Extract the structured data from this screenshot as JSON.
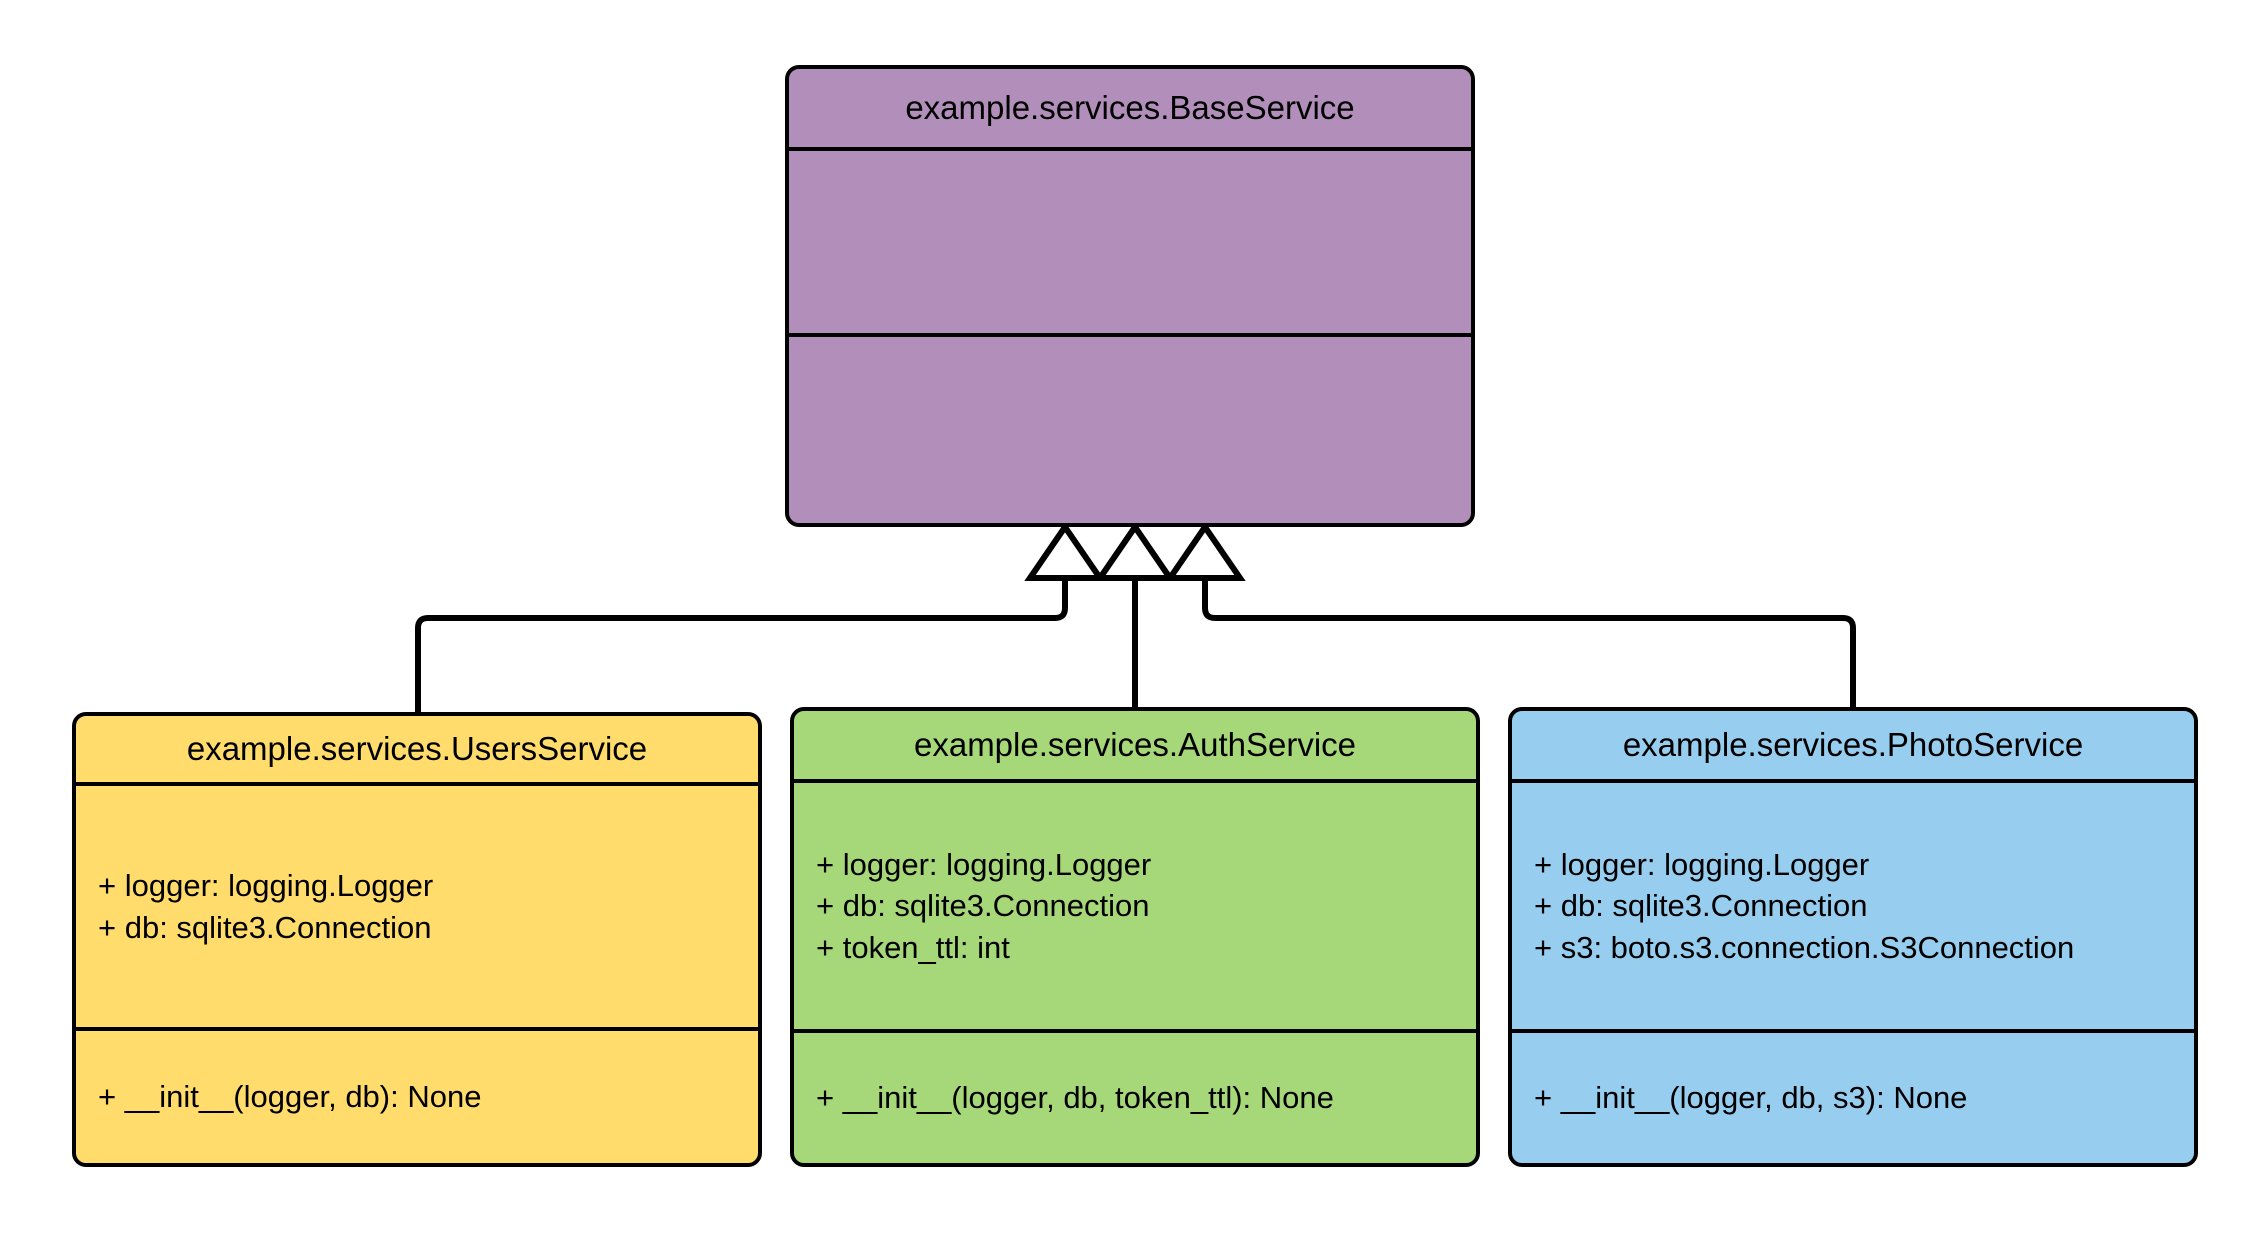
{
  "diagram": {
    "type": "uml-class-diagram",
    "background_color": "#ffffff",
    "line_color": "#000000",
    "relationship": "generalization",
    "classes": [
      {
        "id": "baseservice",
        "name": "example.services.BaseService",
        "fill_color": "#b18fba",
        "attributes": [],
        "methods": []
      },
      {
        "id": "usersservice",
        "name": "example.services.UsersService",
        "fill_color": "#ffdc6b",
        "attributes": [
          "+ logger: logging.Logger",
          "+ db: sqlite3.Connection"
        ],
        "methods": [
          "+ __init__(logger, db): None"
        ]
      },
      {
        "id": "authservice",
        "name": "example.services.AuthService",
        "fill_color": "#a6d779",
        "attributes": [
          "+ logger: logging.Logger",
          "+ db: sqlite3.Connection",
          "+ token_ttl: int"
        ],
        "methods": [
          "+ __init__(logger, db, token_ttl): None"
        ]
      },
      {
        "id": "photoservice",
        "name": "example.services.PhotoService",
        "fill_color": "#97cdef",
        "attributes": [
          "+ logger: logging.Logger",
          "+ db: sqlite3.Connection",
          "+ s3: boto.s3.connection.S3Connection"
        ],
        "methods": [
          "+ __init__(logger, db, s3): None"
        ]
      }
    ],
    "edges": [
      {
        "from": "usersservice",
        "to": "baseservice",
        "kind": "inheritance"
      },
      {
        "from": "authservice",
        "to": "baseservice",
        "kind": "inheritance"
      },
      {
        "from": "photoservice",
        "to": "baseservice",
        "kind": "inheritance"
      }
    ]
  }
}
